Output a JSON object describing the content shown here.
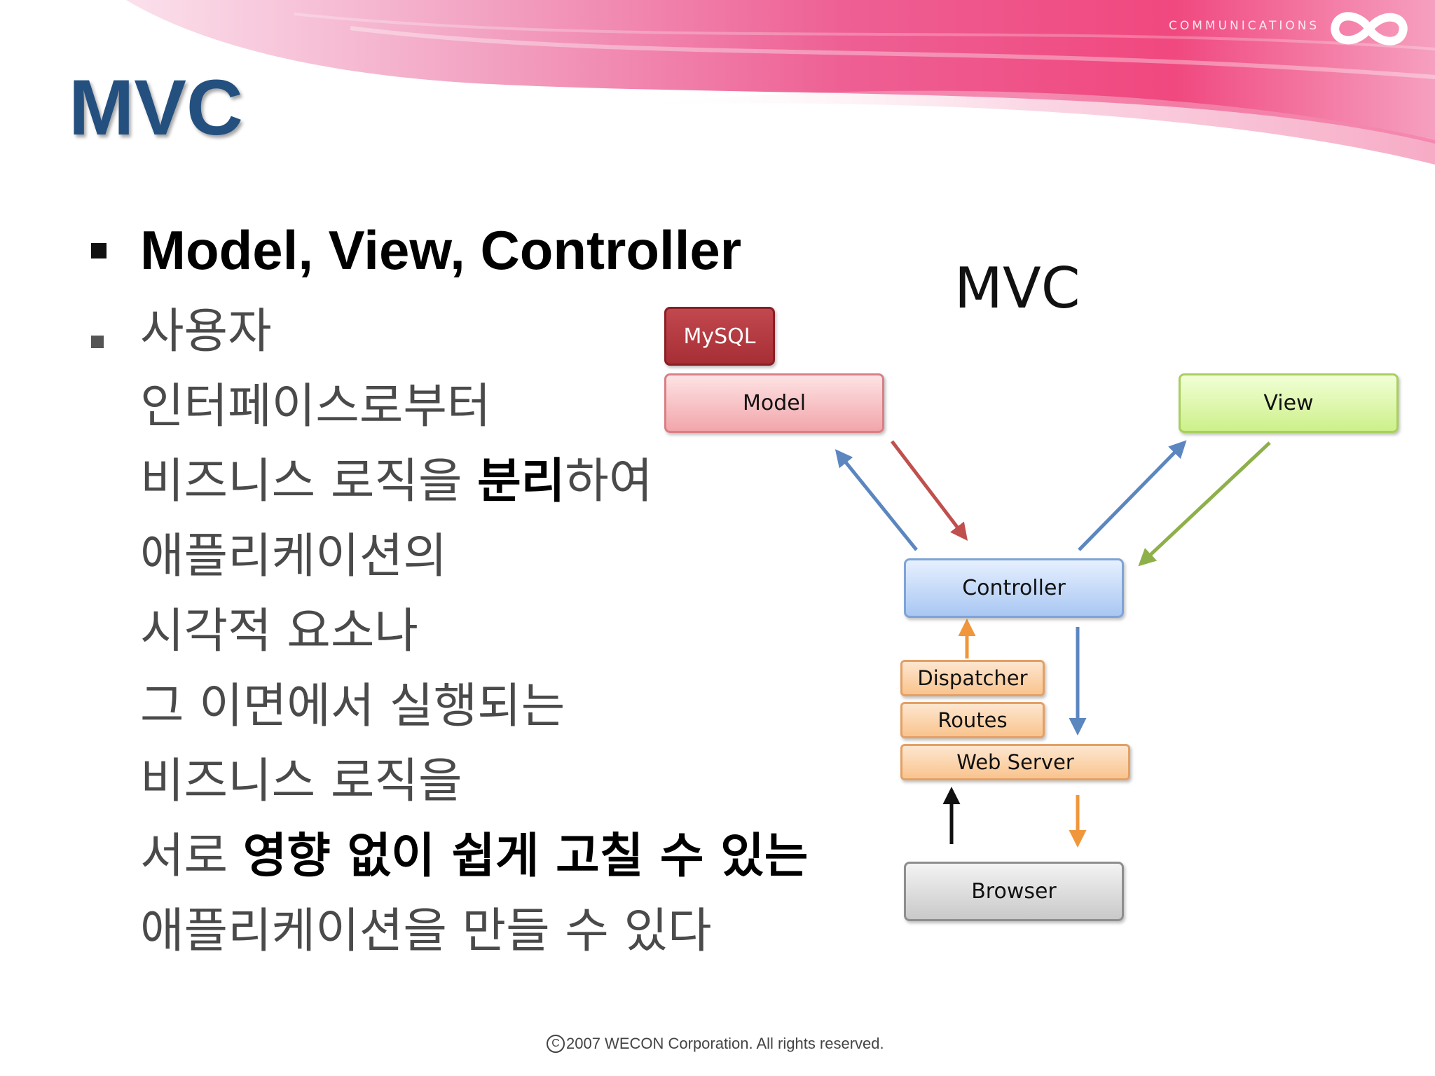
{
  "slide": {
    "title": "MVC",
    "branding": {
      "tagline": "COMMUNICATIONS",
      "logo_icon": "infinity-icon"
    },
    "main_bullet": "Model, View, Controller",
    "sub_bullet_lines": [
      {
        "segments": [
          {
            "text": "사용자",
            "bold": false
          }
        ]
      },
      {
        "segments": [
          {
            "text": "인터페이스로부터",
            "bold": false
          }
        ]
      },
      {
        "segments": [
          {
            "text": "비즈니스 로직을 ",
            "bold": false
          },
          {
            "text": "분리",
            "bold": true
          },
          {
            "text": "하여",
            "bold": false
          }
        ]
      },
      {
        "segments": [
          {
            "text": "애플리케이션의",
            "bold": false
          }
        ]
      },
      {
        "segments": [
          {
            "text": "시각적 요소나",
            "bold": false
          }
        ]
      },
      {
        "segments": [
          {
            "text": "그 이면에서 실행되는",
            "bold": false
          }
        ]
      },
      {
        "segments": [
          {
            "text": "비즈니스 로직을",
            "bold": false
          }
        ]
      },
      {
        "segments": [
          {
            "text": "서로 ",
            "bold": false
          },
          {
            "text": "영향 없이 쉽게 고칠 수 있는",
            "bold": true
          }
        ]
      },
      {
        "segments": [
          {
            "text": "애플리케이션을 만들 수 있다",
            "bold": false
          }
        ]
      }
    ],
    "footer": {
      "copyright_symbol": "C",
      "text": "2007 WECON Corporation. All rights reserved."
    }
  },
  "diagram": {
    "title": "MVC",
    "nodes": {
      "mysql": "MySQL",
      "model": "Model",
      "view": "View",
      "controller": "Controller",
      "dispatcher": "Dispatcher",
      "routes": "Routes",
      "web_server": "Web Server",
      "browser": "Browser"
    },
    "colors": {
      "mysql": "#b5383e",
      "model": "#f2a6ab",
      "view": "#cdf08a",
      "controller": "#a9c7f2",
      "pipeline": "#f9c48e",
      "browser": "#cfcfcf",
      "arrow_blue": "#5b86c0",
      "arrow_red": "#c0504d",
      "arrow_green": "#8db04a",
      "arrow_orange": "#f0963c",
      "arrow_black": "#111111",
      "title_blue": "#24507f"
    }
  }
}
